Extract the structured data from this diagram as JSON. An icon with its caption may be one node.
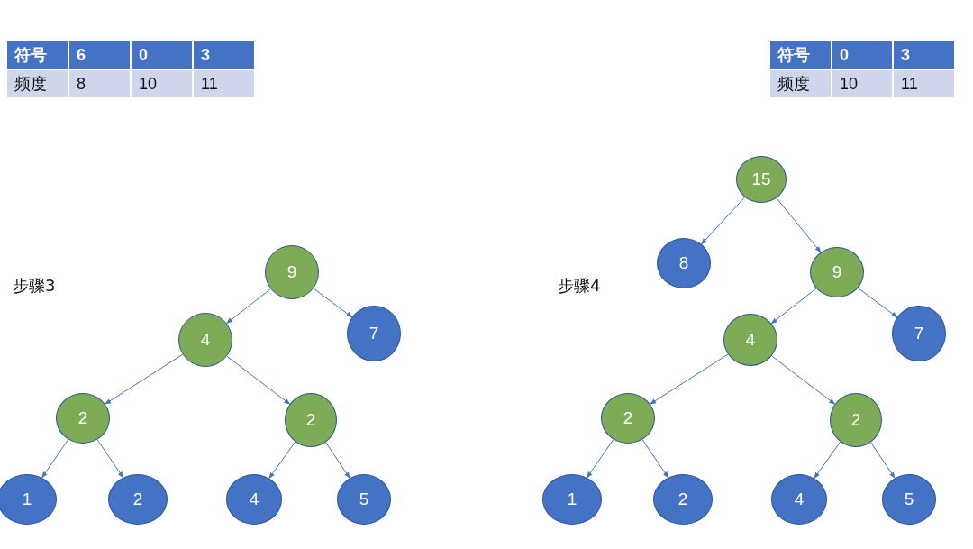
{
  "diagram": {
    "nodes": [
      {
        "text": [
          "9"
        ]
      },
      {
        "text": [
          "4"
        ]
      },
      {
        "text": [
          "7"
        ]
      },
      {
        "text": [
          "2"
        ]
      },
      {
        "text": [
          "2"
        ]
      },
      {
        "text": [
          "1"
        ]
      },
      {
        "text": [
          "2"
        ]
      },
      {
        "text": [
          "4"
        ]
      },
      {
        "text": [
          "5"
        ]
      },
      {
        "text": [
          "15"
        ]
      },
      {
        "text": [
          "8"
        ]
      },
      {
        "text": [
          "9"
        ]
      },
      {
        "text": [
          "4"
        ]
      },
      {
        "text": [
          "7"
        ]
      },
      {
        "text": [
          "2"
        ]
      },
      {
        "text": [
          "2"
        ]
      },
      {
        "text": [
          "1"
        ]
      },
      {
        "text": [
          "2"
        ]
      },
      {
        "text": [
          "4"
        ]
      },
      {
        "text": [
          "5"
        ]
      }
    ],
    "edges": [
      {
        "from": 0,
        "to": 1,
        "arrow": "to"
      },
      {
        "from": 0,
        "to": 2,
        "arrow": "to"
      },
      {
        "from": 1,
        "to": 3,
        "arrow": "to"
      },
      {
        "from": 1,
        "to": 4,
        "arrow": "to"
      },
      {
        "from": 3,
        "to": 5,
        "arrow": "to"
      },
      {
        "from": 3,
        "to": 6,
        "arrow": "to"
      },
      {
        "from": 4,
        "to": 7,
        "arrow": "to"
      },
      {
        "from": 4,
        "to": 8,
        "arrow": "to"
      },
      {
        "from": 9,
        "to": 10,
        "arrow": "to"
      },
      {
        "from": 9,
        "to": 11,
        "arrow": "to"
      },
      {
        "from": 11,
        "to": 12,
        "arrow": "to"
      },
      {
        "from": 11,
        "to": 13,
        "arrow": "to"
      },
      {
        "from": 12,
        "to": 14,
        "arrow": "to"
      },
      {
        "from": 12,
        "to": 15,
        "arrow": "to"
      },
      {
        "from": 14,
        "to": 16,
        "arrow": "to"
      },
      {
        "from": 14,
        "to": 17,
        "arrow": "to"
      },
      {
        "from": 15,
        "to": 18,
        "arrow": "to"
      },
      {
        "from": 15,
        "to": 19,
        "arrow": "to"
      }
    ],
    "labels": [
      "符号",
      "6",
      "0",
      "3",
      "频度",
      "8",
      "10",
      "11",
      "符号",
      "0",
      "3",
      "频度",
      "10",
      "11",
      "步骤3",
      "步骤4"
    ]
  }
}
